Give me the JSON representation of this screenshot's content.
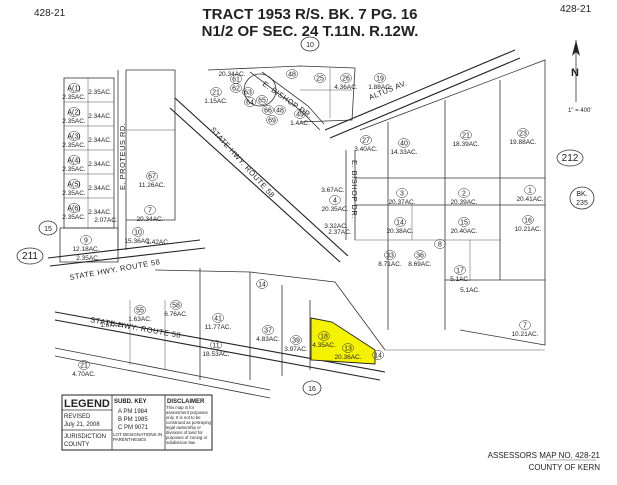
{
  "header": {
    "corner_left": "428-21",
    "corner_right": "428-21",
    "line1": "TRACT 1953 R/S. BK. 7 PG. 16",
    "line2": "N1/2 OF SEC. 24 T.11N. R.12W."
  },
  "north_arrow": {
    "letter": "N",
    "scale": "1\" = 400'"
  },
  "map_pages": [
    "10",
    "16",
    "212",
    "15",
    "211"
  ],
  "bk_ref": {
    "line1": "BK.",
    "line2": "235"
  },
  "roads": [
    {
      "label": "E. BISHOP DR."
    },
    {
      "label": "ALTUS AV."
    },
    {
      "label": "E. PROTEUS RD."
    },
    {
      "label": "STATE HWY. ROUTE 58"
    },
    {
      "label": "STATE HWY. ROUTE 58"
    },
    {
      "label": "STATE HWY. ROUTE 58"
    },
    {
      "label": "E. BISHOP DR."
    }
  ],
  "parcels": [
    {
      "num": "21",
      "acres": "1.15AC."
    },
    {
      "num": "61",
      "acres": ""
    },
    {
      "num": "62",
      "acres": ""
    },
    {
      "num": "63",
      "acres": ""
    },
    {
      "num": "64",
      "acres": ""
    },
    {
      "num": "65",
      "acres": ""
    },
    {
      "num": "66",
      "acres": ""
    },
    {
      "num": "69",
      "acres": ""
    },
    {
      "num": "",
      "acres": "20.34AC."
    },
    {
      "num": "48",
      "acres": ""
    },
    {
      "num": "25",
      "acres": ""
    },
    {
      "num": "26",
      "acres": "4.36AC."
    },
    {
      "num": "19",
      "acres": "1.88AC."
    },
    {
      "num": "49",
      "acres": "1.4AC."
    },
    {
      "num": "48",
      "acres": ""
    },
    {
      "num": "A(1)",
      "acres": "2.35AC."
    },
    {
      "num": "A(2)",
      "acres": "2.35AC."
    },
    {
      "num": "A(3)",
      "acres": "2.35AC."
    },
    {
      "num": "A(4)",
      "acres": "2.35AC."
    },
    {
      "num": "A(5)",
      "acres": "2.35AC."
    },
    {
      "num": "A(6)",
      "acres": "2.35AC."
    },
    {
      "num": "",
      "acres": "2.35AC."
    },
    {
      "num": "",
      "acres": "2.34AC."
    },
    {
      "num": "",
      "acres": "2.34AC."
    },
    {
      "num": "",
      "acres": "2.34AC."
    },
    {
      "num": "",
      "acres": "2.34AC."
    },
    {
      "num": "",
      "acres": "2.34AC."
    },
    {
      "num": "",
      "acres": "2.07AC."
    },
    {
      "num": "67",
      "acres": "11.26AC."
    },
    {
      "num": "7",
      "acres": "20.34AC."
    },
    {
      "num": "9",
      "acres": "12.18AC."
    },
    {
      "num": "10",
      "acres": "15.36AC."
    },
    {
      "num": "",
      "acres": "1.42AC."
    },
    {
      "num": "",
      "acres": "2.35AC."
    },
    {
      "num": "",
      "acres": "3.32AC."
    },
    {
      "num": "27",
      "acres": "3.40AC."
    },
    {
      "num": "40",
      "acres": "14.33AC."
    },
    {
      "num": "21",
      "acres": "18.39AC."
    },
    {
      "num": "23",
      "acres": "19.88AC."
    },
    {
      "num": "",
      "acres": "3.67AC."
    },
    {
      "num": "3",
      "acres": "20.37AC."
    },
    {
      "num": "2",
      "acres": "20.39AC."
    },
    {
      "num": "1",
      "acres": "20.41AC."
    },
    {
      "num": "4",
      "acres": "20.35AC."
    },
    {
      "num": "14",
      "acres": "20.38AC."
    },
    {
      "num": "15",
      "acres": "20.40AC."
    },
    {
      "num": "16",
      "acres": "10.21AC."
    },
    {
      "num": "",
      "acres": "2.37AC."
    },
    {
      "num": "33",
      "acres": "8.71AC."
    },
    {
      "num": "36",
      "acres": "8.69AC."
    },
    {
      "num": "8",
      "acres": ""
    },
    {
      "num": "17",
      "acres": "5.1AC."
    },
    {
      "num": "",
      "acres": "5.1AC."
    },
    {
      "num": "7",
      "acres": "10.21AC."
    },
    {
      "num": "11",
      "acres": "18.53AC."
    },
    {
      "num": "41",
      "acres": "11.77AC."
    },
    {
      "num": "58",
      "acres": "6.76AC."
    },
    {
      "num": "55",
      "acres": "1.63AC."
    },
    {
      "num": "",
      "acres": "1.67AC."
    },
    {
      "num": "37",
      "acres": "4.83AC."
    },
    {
      "num": "39",
      "acres": "3.97AC."
    },
    {
      "num": "18",
      "acres": "4.35AC."
    },
    {
      "num": "13",
      "acres": "20.36AC."
    },
    {
      "num": "14",
      "acres": ""
    },
    {
      "num": "14",
      "acres": ""
    },
    {
      "num": "21",
      "acres": "4.70AC."
    }
  ],
  "highlighted_parcel": "13",
  "legend": {
    "title": "LEGEND",
    "revised_label": "REVISED",
    "revised_date": "July 21, 2008",
    "jurisdiction_label": "JURISDICTION",
    "jurisdiction_value": "COUNTY",
    "subd_title": "SUBD. KEY",
    "subd_rows": [
      "A   PM 1984",
      "B   PM 1985",
      "C   PM 9071"
    ],
    "subd_note": "LOT DESIGNATIONS IN PARENTHESES",
    "disclaimer_title": "DISCLAIMER",
    "disclaimer_text": "This map is for assessment purposes only. It is not to be construed as portraying legal ownership or divisions of land for purposes of zoning or subdivision law."
  },
  "footer": {
    "line1": "ASSESSORS MAP NO. 428-21",
    "line2": "COUNTY OF KERN"
  },
  "colors": {
    "highlight": "#f5f200",
    "ink": "#222222"
  }
}
